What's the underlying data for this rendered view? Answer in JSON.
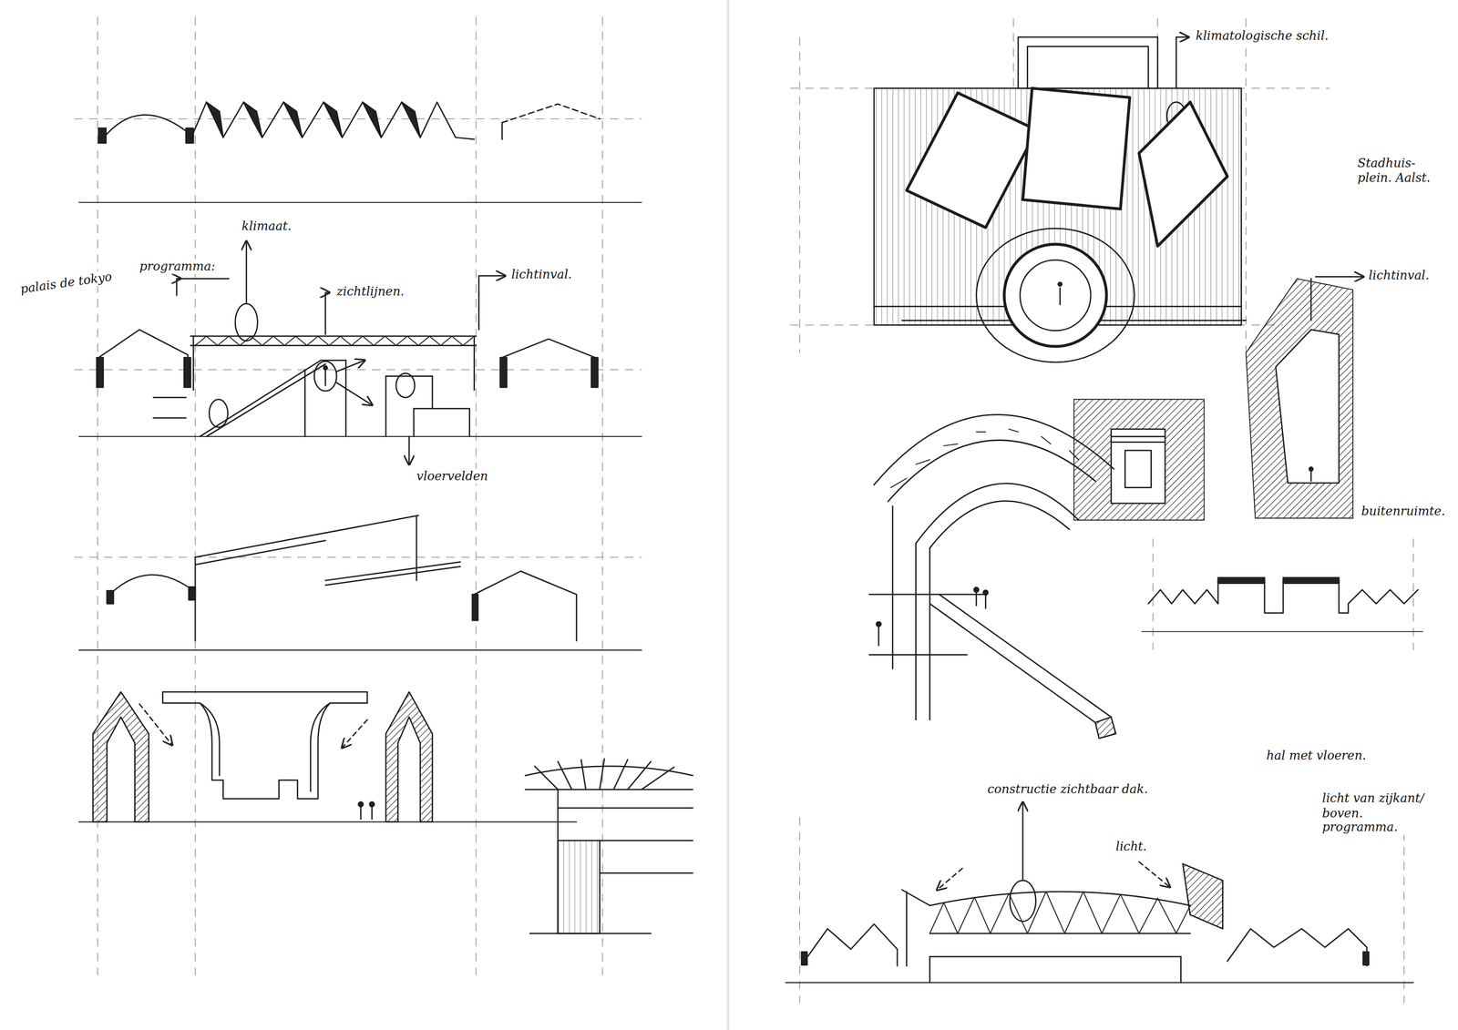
{
  "diagram": {
    "labels": [
      "klimaat.",
      "programma:",
      "palais de tokyo",
      "zichtlijnen.",
      "lichtinval.",
      "vloervelden",
      "klimatologische schil.",
      "Stadhuis- plein. Aalst.",
      "lichtinval.",
      "buitenruimte.",
      "hal met vloeren.",
      "licht van zijkant/ boven. programma.",
      "constructie zichtbaar dak.",
      "licht."
    ]
  }
}
